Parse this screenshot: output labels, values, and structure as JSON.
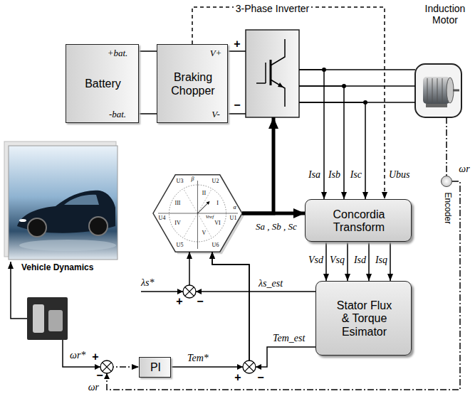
{
  "diagram": {
    "nodes": [
      {
        "text": [
          "3-Phase Inverter"
        ]
      },
      {
        "text": [
          "Induction Motor"
        ]
      },
      {
        "text": [
          "+bat.",
          "Battery",
          "-bat."
        ]
      },
      {
        "text": [
          "V+",
          "Braking Chopper",
          "V-"
        ]
      },
      {
        "text": [
          "ωr",
          "Encoder"
        ]
      },
      {
        "text": [
          "β",
          "α",
          "U1",
          "U2",
          "U3",
          "U4",
          "U5",
          "U6",
          "I",
          "II",
          "III",
          "IV",
          "V",
          "VI",
          "Vref"
        ]
      },
      {
        "text": [
          "Concordia Transform"
        ]
      },
      {
        "text": [
          "Vehicle Dynamics"
        ]
      },
      {
        "text": [
          "Stator Flux & Torque Esimator"
        ]
      },
      {
        "text": [
          "PI"
        ]
      }
    ],
    "edges": [
      {
        "from": 2,
        "to": 3,
        "arrow": "none"
      },
      {
        "from": 2,
        "to": 3,
        "arrow": "none"
      },
      {
        "from": 3,
        "to": 0,
        "arrow": "none"
      },
      {
        "from": 3,
        "to": 0,
        "arrow": "none"
      },
      {
        "from": 0,
        "to": 1,
        "arrow": "none"
      },
      {
        "from": 0,
        "to": 1,
        "arrow": "none"
      },
      {
        "from": 0,
        "to": 1,
        "arrow": "none"
      },
      {
        "from": 0,
        "to": 6,
        "label": "Isa",
        "arrow": "to"
      },
      {
        "from": 0,
        "to": 6,
        "label": "Isb",
        "arrow": "to"
      },
      {
        "from": 0,
        "to": 6,
        "label": "Isc",
        "arrow": "to"
      },
      {
        "from": 3,
        "to": 6,
        "label": "Ubus",
        "arrow": "to"
      },
      {
        "from": 5,
        "to": 0,
        "arrow": "to"
      },
      {
        "from": 5,
        "to": 6,
        "label": "Sa , Sb , Sc",
        "arrow": "to"
      },
      {
        "from": 6,
        "to": 8,
        "label": "Vsd",
        "arrow": "to"
      },
      {
        "from": 6,
        "to": 8,
        "label": "Vsq",
        "arrow": "to"
      },
      {
        "from": 6,
        "to": 8,
        "label": "Isd",
        "arrow": "to"
      },
      {
        "from": 6,
        "to": 8,
        "label": "Isq",
        "arrow": "to"
      },
      {
        "from": 8,
        "to": 5,
        "label": "λs_est",
        "arrow": "to"
      },
      {
        "from": 8,
        "to": 5,
        "label": "Tem_est",
        "arrow": "to"
      },
      {
        "from": 9,
        "to": 5,
        "label": "Tem*",
        "arrow": "to"
      },
      {
        "from": 1,
        "to": 4,
        "arrow": "none"
      },
      {
        "from": 4,
        "to": 9,
        "label": "ωr",
        "arrow": "to"
      }
    ],
    "labels": [
      "+",
      "−",
      "λs*",
      "+",
      "−",
      "ωr*",
      "+",
      "+",
      "−",
      "−"
    ]
  }
}
